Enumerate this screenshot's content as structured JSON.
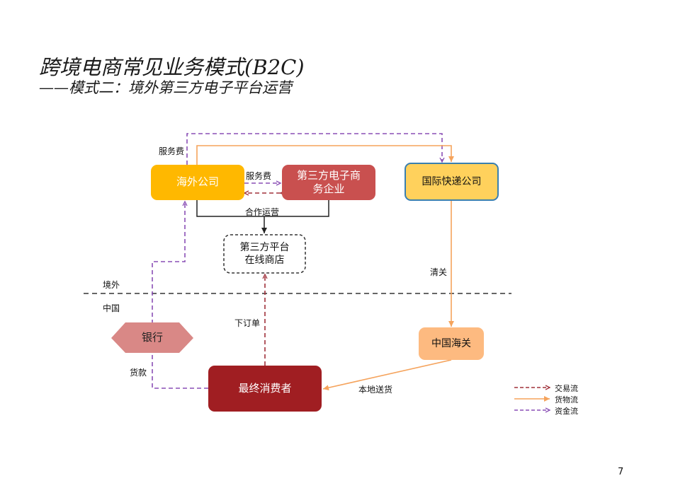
{
  "slide": {
    "title": "跨境电商常见业务模式(B2C)",
    "subtitle": "——模式二：境外第三方电子平台运营",
    "page_number": "7"
  },
  "nodes": {
    "overseas_company": {
      "label": "海外公司",
      "color": "#FFB800",
      "text_color": "#ffffff"
    },
    "third_party_ecommerce": {
      "label": "第三方电子商务企业",
      "line1": "第三方电子商",
      "line2": "务企业",
      "color": "#C9504F",
      "text_color": "#ffffff"
    },
    "intl_express": {
      "label": "国际快递公司",
      "color": "#FFD15C",
      "border": "#3A7FB0",
      "text_color": "#111111"
    },
    "platform_store": {
      "label": "第三方平台在线商店",
      "line1": "第三方平台",
      "line2": "在线商店",
      "text_color": "#111111"
    },
    "bank": {
      "label": "银行",
      "color": "#D98886",
      "text_color": "#222222"
    },
    "china_customs": {
      "label": "中国海关",
      "color": "#FDBA80",
      "text_color": "#111111"
    },
    "end_consumer": {
      "label": "最终消费者",
      "color": "#A01E22",
      "text_color": "#ffffff"
    }
  },
  "edge_labels": {
    "service_fee_top": "服务费",
    "service_fee_mid": "服务费",
    "cooperation": "合作运营",
    "clearance": "清关",
    "overseas": "境外",
    "china": "中国",
    "place_order": "下订单",
    "payment": "货款",
    "local_delivery": "本地送货"
  },
  "legend": {
    "items": [
      {
        "label": "交易流",
        "color": "#A0303A",
        "style": "dashed"
      },
      {
        "label": "货物流",
        "color": "#F5A35C",
        "style": "solid"
      },
      {
        "label": "资金流",
        "color": "#8A4FB5",
        "style": "dashed"
      }
    ]
  }
}
